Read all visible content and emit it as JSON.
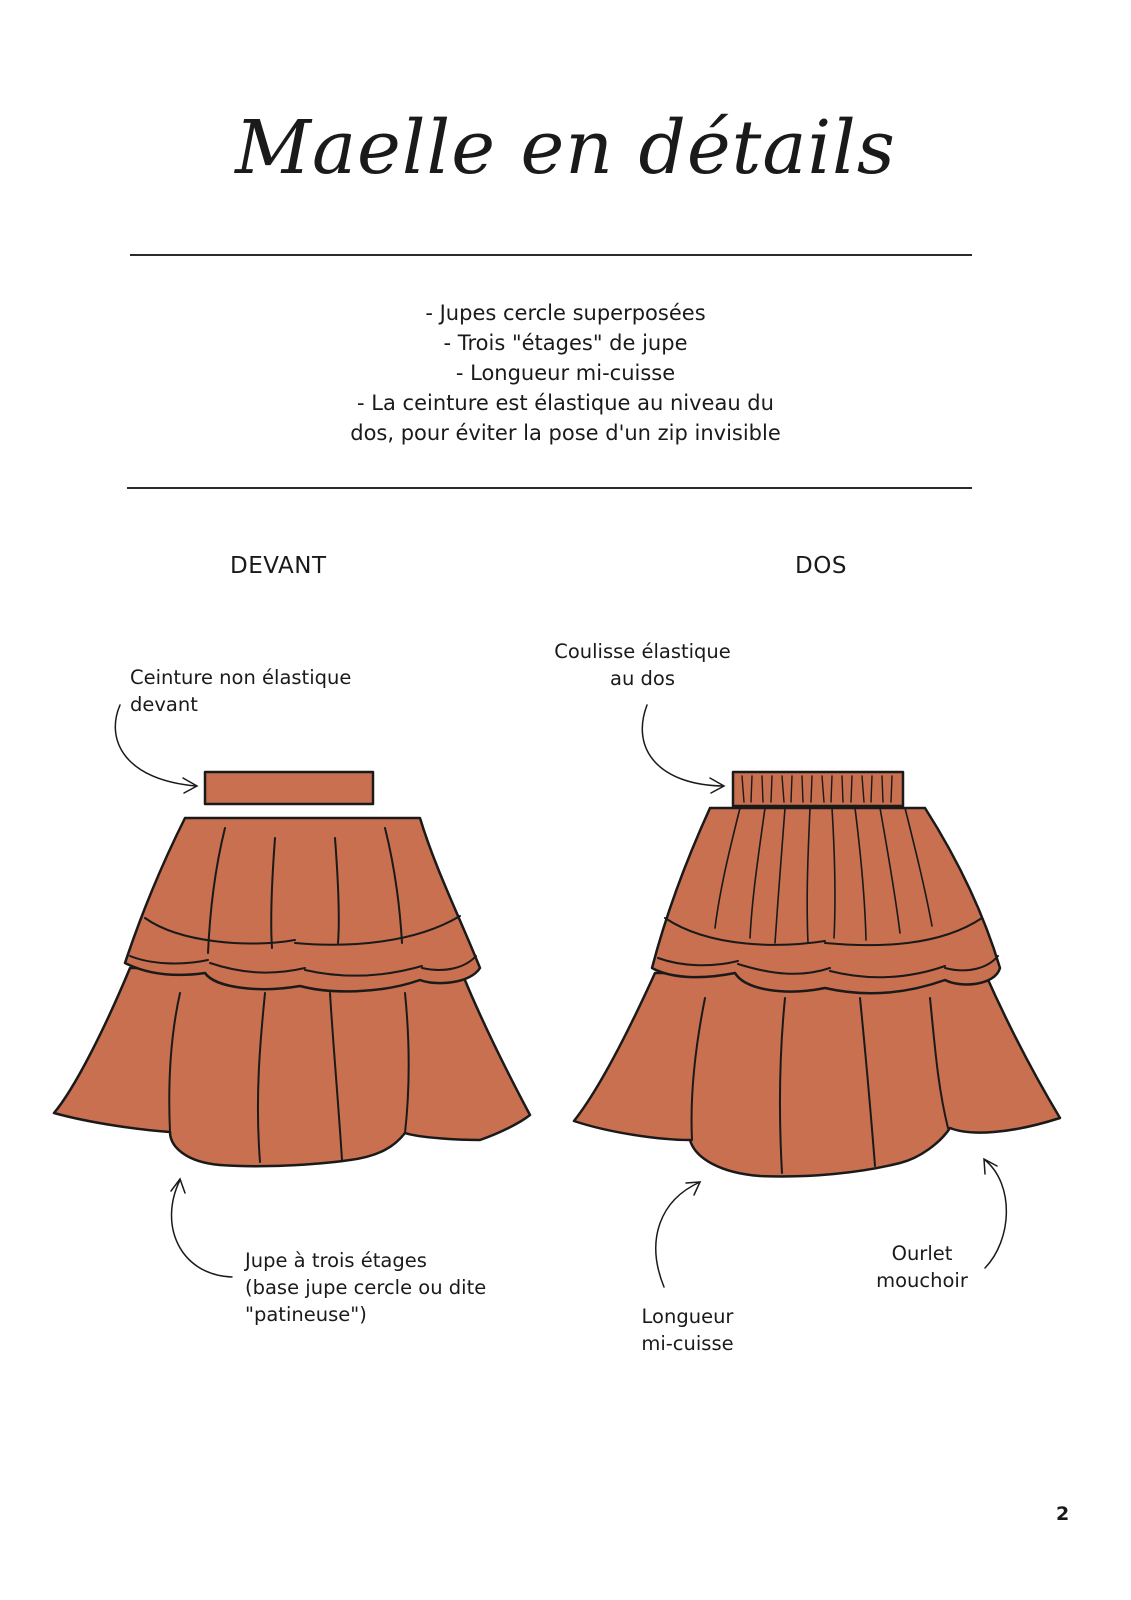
{
  "title": "Maelle en détails",
  "features": [
    "- Jupes cercle superposées",
    "- Trois \"étages\" de jupe",
    "- Longueur mi-cuisse",
    "- La ceinture est élastique au niveau du",
    "dos, pour éviter la pose d'un zip invisible"
  ],
  "front": {
    "heading": "DEVANT",
    "annotation_top": [
      "Ceinture non élastique",
      "devant"
    ],
    "annotation_bottom": [
      "Jupe à trois étages",
      "(base jupe cercle ou dite",
      "\"patineuse\")"
    ]
  },
  "back": {
    "heading": "DOS",
    "annotation_top": [
      "Coulisse élastique",
      "au dos"
    ],
    "annotation_length": [
      "Longueur",
      "mi-cuisse"
    ],
    "annotation_hem": [
      "Ourlet",
      "mouchoir"
    ]
  },
  "page_number": "2",
  "colors": {
    "skirt": "#c8704f",
    "skirt_dark": "#b35e40",
    "ink": "#1a1a1a"
  }
}
